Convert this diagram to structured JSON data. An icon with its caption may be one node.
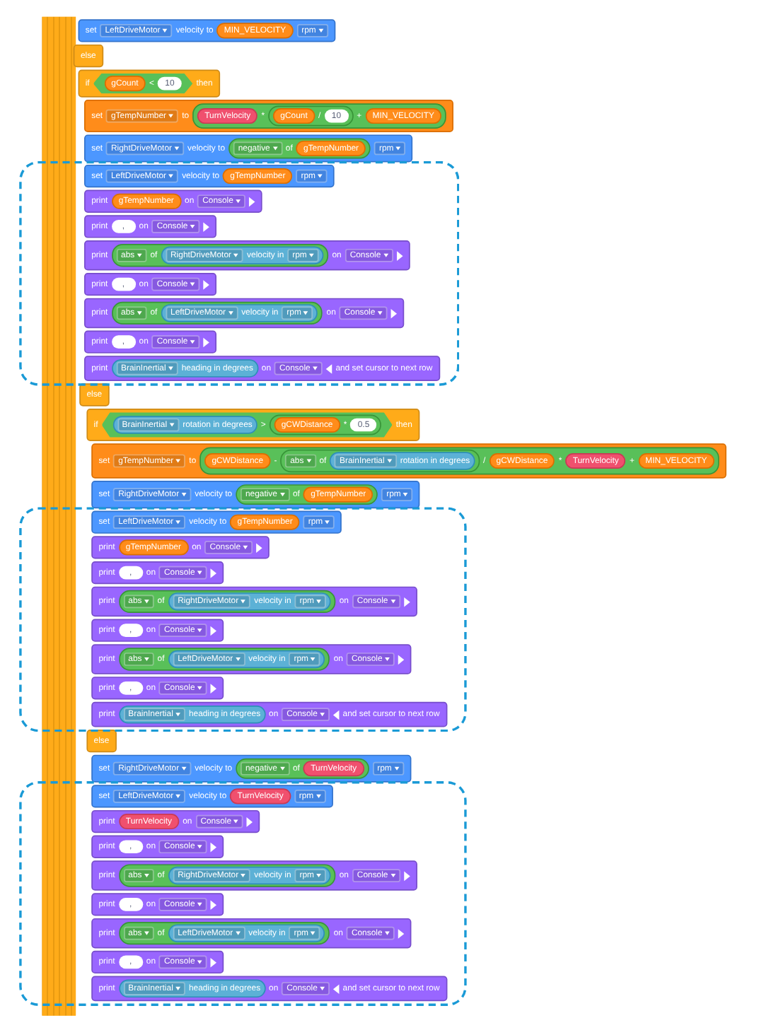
{
  "diagram": {
    "nodes": [
      {
        "text": [
          "set",
          "LeftDriveMotor",
          "velocity to",
          "MIN_VELOCITY",
          "rpm"
        ]
      },
      {
        "text": [
          "else"
        ]
      },
      {
        "text": [
          "if",
          "gCount",
          "<",
          "10",
          "then"
        ]
      },
      {
        "text": [
          "set",
          "gTempNumber",
          "to",
          "TurnVelocity",
          "*",
          "gCount",
          "/",
          "10",
          "+",
          "MIN_VELOCITY"
        ]
      },
      {
        "text": [
          "set",
          "RightDriveMotor",
          "velocity to",
          "negative",
          "of",
          "gTempNumber",
          "rpm"
        ]
      },
      {
        "text": [
          "set",
          "LeftDriveMotor",
          "velocity to",
          "gTempNumber",
          "rpm"
        ]
      },
      {
        "text": [
          "print",
          "gTempNumber",
          "on",
          "Console"
        ]
      },
      {
        "text": [
          "print",
          ",",
          "on",
          "Console"
        ]
      },
      {
        "text": [
          "print",
          "abs",
          "of",
          "RightDriveMotor",
          "velocity in",
          "rpm",
          "on",
          "Console"
        ]
      },
      {
        "text": [
          "print",
          ",",
          "on",
          "Console"
        ]
      },
      {
        "text": [
          "print",
          "abs",
          "of",
          "LeftDriveMotor",
          "velocity in",
          "rpm",
          "on",
          "Console"
        ]
      },
      {
        "text": [
          "print",
          ",",
          "on",
          "Console"
        ]
      },
      {
        "text": [
          "print",
          "BrainInertial",
          "heading in degrees",
          "on",
          "Console",
          "and set cursor to next row"
        ]
      },
      {
        "text": [
          "else"
        ]
      },
      {
        "text": [
          "if",
          "BrainInertial",
          "rotation in degrees",
          ">",
          "gCWDistance",
          "*",
          "0.5",
          "then"
        ]
      },
      {
        "text": [
          "set",
          "gTempNumber",
          "to",
          "gCWDistance",
          "-",
          "abs",
          "of",
          "BrainInertial",
          "rotation in degrees",
          "/",
          "gCWDistance",
          "*",
          "TurnVelocity",
          "+",
          "MIN_VELOCITY"
        ]
      },
      {
        "text": [
          "set",
          "RightDriveMotor",
          "velocity to",
          "negative",
          "of",
          "gTempNumber",
          "rpm"
        ]
      },
      {
        "text": [
          "set",
          "LeftDriveMotor",
          "velocity to",
          "gTempNumber",
          "rpm"
        ]
      },
      {
        "text": [
          "print",
          "gTempNumber",
          "on",
          "Console"
        ]
      },
      {
        "text": [
          "print",
          ",",
          "on",
          "Console"
        ]
      },
      {
        "text": [
          "print",
          "abs",
          "of",
          "RightDriveMotor",
          "velocity in",
          "rpm",
          "on",
          "Console"
        ]
      },
      {
        "text": [
          "print",
          ",",
          "on",
          "Console"
        ]
      },
      {
        "text": [
          "print",
          "abs",
          "of",
          "LeftDriveMotor",
          "velocity in",
          "rpm",
          "on",
          "Console"
        ]
      },
      {
        "text": [
          "print",
          ",",
          "on",
          "Console"
        ]
      },
      {
        "text": [
          "print",
          "BrainInertial",
          "heading in degrees",
          "on",
          "Console",
          "and set cursor to next row"
        ]
      },
      {
        "text": [
          "else"
        ]
      },
      {
        "text": [
          "set",
          "RightDriveMotor",
          "velocity to",
          "negative",
          "of",
          "TurnVelocity",
          "rpm"
        ]
      },
      {
        "text": [
          "set",
          "LeftDriveMotor",
          "velocity to",
          "TurnVelocity",
          "rpm"
        ]
      },
      {
        "text": [
          "print",
          "TurnVelocity",
          "on",
          "Console"
        ]
      },
      {
        "text": [
          "print",
          ",",
          "on",
          "Console"
        ]
      },
      {
        "text": [
          "print",
          "abs",
          "of",
          "RightDriveMotor",
          "velocity in",
          "rpm",
          "on",
          "Console"
        ]
      },
      {
        "text": [
          "print",
          ",",
          "on",
          "Console"
        ]
      },
      {
        "text": [
          "print",
          "abs",
          "of",
          "LeftDriveMotor",
          "velocity in",
          "rpm",
          "on",
          "Console"
        ]
      },
      {
        "text": [
          "print",
          ",",
          "on",
          "Console"
        ]
      },
      {
        "text": [
          "print",
          "BrainInertial",
          "heading in degrees",
          "on",
          "Console",
          "and set cursor to next row"
        ]
      },
      {
        "text": [],
        "shape": "bar"
      }
    ]
  }
}
